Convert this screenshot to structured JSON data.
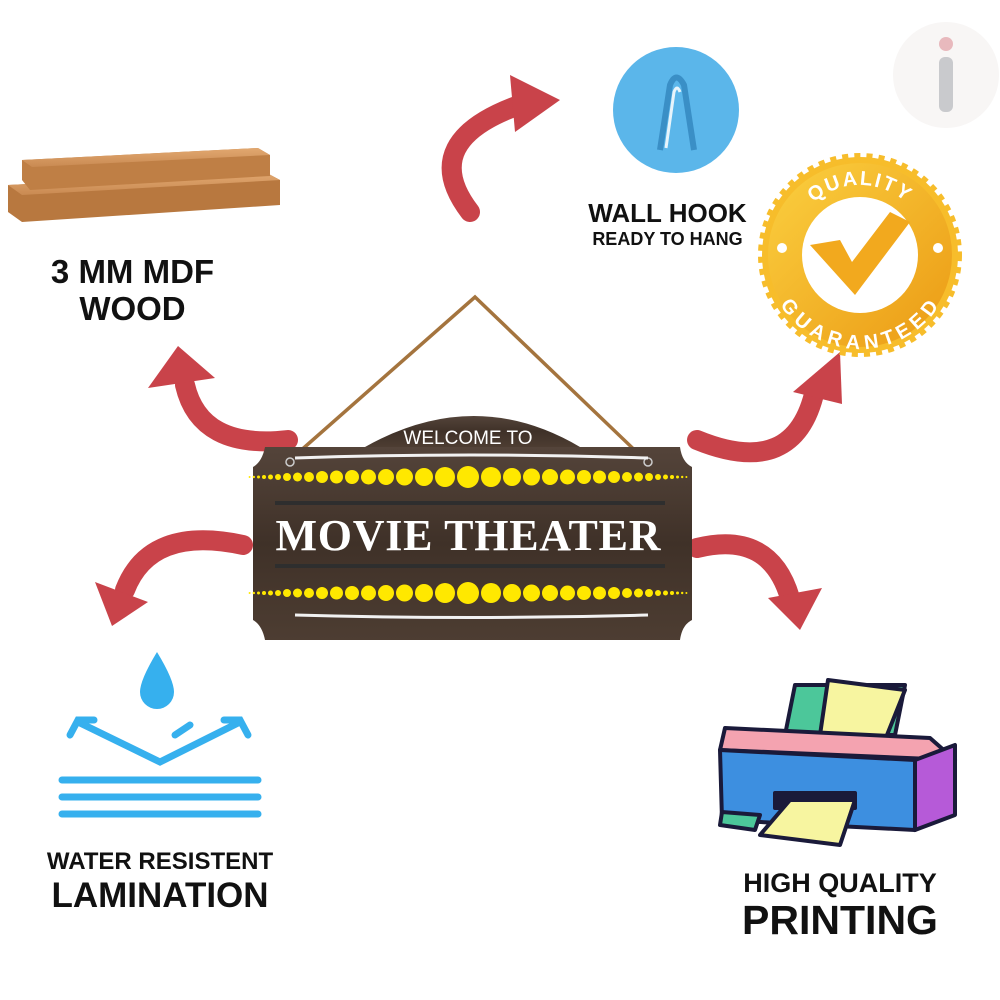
{
  "colors": {
    "arrow": "#c9434a",
    "hook": "#5bb6ea",
    "badge": "#f5b321",
    "sign_wood": "#4a3a2e",
    "sign_dots": "#ffe800"
  },
  "features": {
    "wood": {
      "line1": "3 MM MDF",
      "line2": "WOOD"
    },
    "hook": {
      "title": "WALL HOOK",
      "subtitle": "READY TO HANG"
    },
    "badge": {
      "top": "QUALITY",
      "bottom": "GUARANTEED"
    },
    "water": {
      "line1": "WATER RESISTENT",
      "line2": "LAMINATION"
    },
    "printing": {
      "line1": "HIGH QUALITY",
      "line2": "PRINTING"
    }
  },
  "sign": {
    "welcome": "WELCOME TO",
    "title": "MOVIE THEATER"
  },
  "brand_logo": {
    "letter": "i"
  }
}
